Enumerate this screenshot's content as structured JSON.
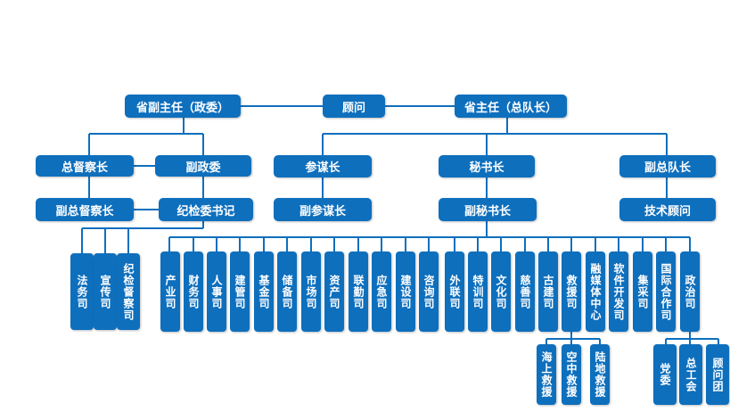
{
  "colors": {
    "box": "#0e6fbd",
    "line": "#0e6fbd"
  },
  "top": {
    "vice_director": "省副主任（政委）",
    "advisor": "顾问",
    "director": "省主任（总队长）"
  },
  "left": {
    "chief_inspector": "总督察长",
    "deputy_political": "副政委",
    "deputy_chief_inspector": "副总督察长",
    "discipline_secretary": "纪检委书记",
    "depts": [
      "法务司",
      "宣传司",
      "纪检督察司"
    ]
  },
  "right": {
    "chief_of_staff": "参谋长",
    "secretary_general": "秘书长",
    "deputy_commander": "副总队长",
    "deputy_chief_of_staff": "副参谋长",
    "deputy_secretary_general": "副秘书长",
    "tech_advisor": "技术顾问",
    "depts": [
      "产业司",
      "财务司",
      "人事司",
      "建管司",
      "基金司",
      "储备司",
      "市场司",
      "资产司",
      "联勤司",
      "应急司",
      "建设司",
      "咨询司",
      "外联司",
      "特训司",
      "文化司",
      "慈善司",
      "古建司",
      "救援司",
      "融媒体中心",
      "软件开发司",
      "集采司",
      "国际合作司",
      "政治司"
    ],
    "rescue_subs": [
      "海上救援",
      "空中救援",
      "陆地救援"
    ],
    "politics_subs": [
      "党委",
      "总工会",
      "顾问团"
    ]
  }
}
